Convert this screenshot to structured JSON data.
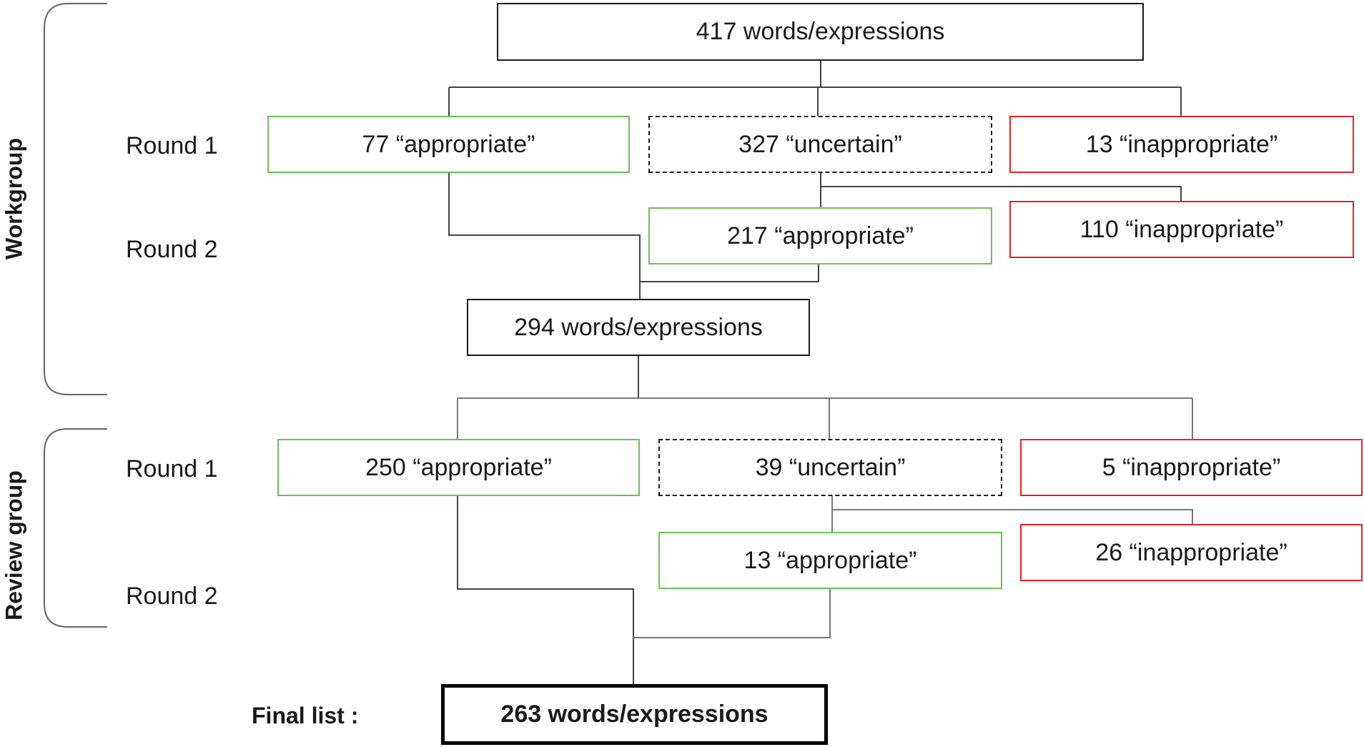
{
  "groups": {
    "workgroup": "Workgroup",
    "review_group": "Review group"
  },
  "rounds": {
    "round1": "Round 1",
    "round2": "Round 2"
  },
  "workgroup": {
    "start": "417 words/expressions",
    "r1_appropriate": "77 “appropriate”",
    "r1_uncertain": "327 “uncertain”",
    "r1_inappropriate": "13 “inappropriate”",
    "r2_appropriate": "217 “appropriate”",
    "r2_inappropriate": "110 “inappropriate”",
    "result": "294 words/expressions"
  },
  "review": {
    "r1_appropriate": "250 “appropriate”",
    "r1_uncertain": "39 “uncertain”",
    "r1_inappropriate": "5 “inappropriate”",
    "r2_appropriate": "13 “appropriate”",
    "r2_inappropriate": "26 “inappropriate”"
  },
  "final": {
    "label": "Final list :",
    "value": "263 words/expressions"
  },
  "colors": {
    "appropriate": "#6cbf5a",
    "inappropriate": "#e0242a",
    "neutral": "#1a1a1a",
    "connector": "#555555"
  }
}
